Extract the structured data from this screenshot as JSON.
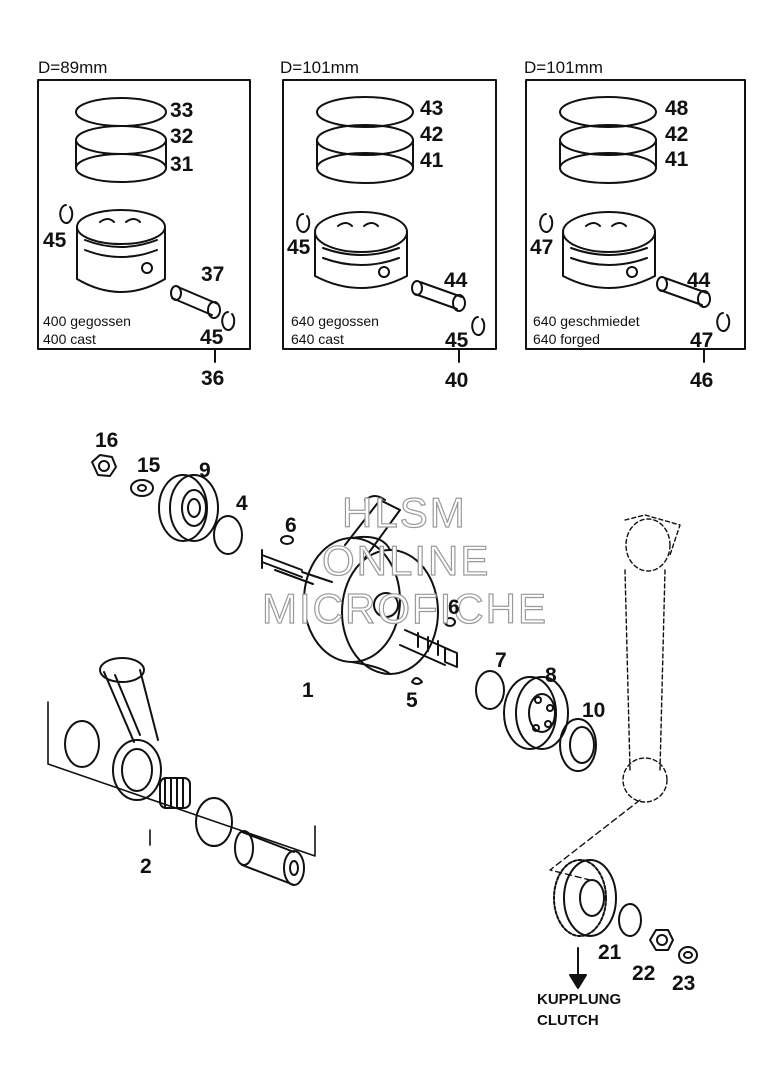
{
  "kits": [
    {
      "diameter": "D=89mm",
      "rings": [
        "33",
        "32",
        "31"
      ],
      "clip": "45",
      "pin": "37",
      "clip_b": "45",
      "assembly": "36",
      "caption": [
        "400 gegossen",
        "400 cast"
      ]
    },
    {
      "diameter": "D=101mm",
      "rings": [
        "43",
        "42",
        "41"
      ],
      "clip": "45",
      "pin": "44",
      "clip_b": "45",
      "assembly": "40",
      "caption": [
        "640 gegossen",
        "640 cast"
      ]
    },
    {
      "diameter": "D=101mm",
      "rings": [
        "48",
        "42",
        "41"
      ],
      "clip": "47",
      "pin": "44",
      "clip_b": "47",
      "assembly": "46",
      "caption": [
        "640 geschmiedet",
        "640 forged"
      ]
    }
  ],
  "parts": {
    "nut": "16",
    "washer": "15",
    "bearing_left": "9",
    "shim_left": "4",
    "key_left": "6",
    "crankshaft": "1",
    "key_right": "6",
    "key_small": "5",
    "shim_right": "7",
    "bearing_right": "8",
    "seal": "10",
    "conrod": "2",
    "gear": "21",
    "gear_nut": "22",
    "gear_washer": "23"
  },
  "destination": [
    "KUPPLUNG",
    "CLUTCH"
  ],
  "watermark": [
    "HLSM",
    "ONLINE",
    "MICROFICHE"
  ],
  "colors": {
    "ink": "#111111",
    "watermark_outline": "#9a9a9a"
  }
}
